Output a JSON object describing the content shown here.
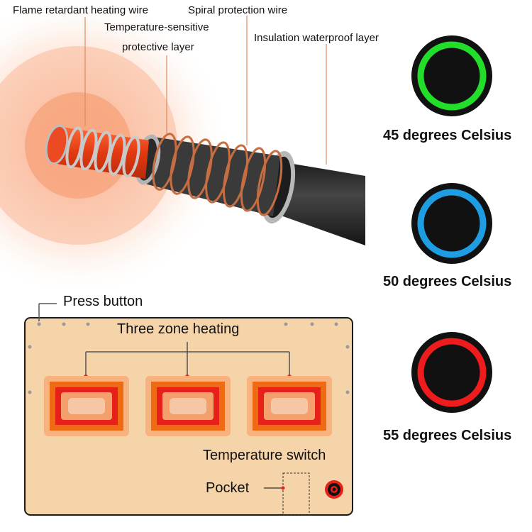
{
  "cable": {
    "labels": {
      "flame_wire": "Flame retardant heating wire",
      "spiral_wire": "Spiral protection wire",
      "temp_layer_1": "Temperature-sensitive",
      "temp_layer_2": "protective layer",
      "insulation": "Insulation waterproof layer"
    },
    "colors": {
      "glow": "#f7a27a",
      "core": "#e8431c",
      "copper": "#c9744a",
      "jacket": "#2b2b2b"
    }
  },
  "indicators": [
    {
      "label": "45 degrees Celsius",
      "ring_color": "#22dd2a"
    },
    {
      "label": "50 degrees Celsius",
      "ring_color": "#1e9de2"
    },
    {
      "label": "55 degrees Celsius",
      "ring_color": "#ee1c1c"
    }
  ],
  "panel": {
    "press_button": "Press button",
    "title": "Three zone heating",
    "temperature_switch": "Temperature switch",
    "pocket": "Pocket",
    "colors": {
      "background": "#f6d4a9",
      "zone_outer": "#f7b27e",
      "zone_mid": "#ee6a13",
      "zone_red": "#e8201a",
      "zone_inner": "#f5c7a6"
    }
  }
}
